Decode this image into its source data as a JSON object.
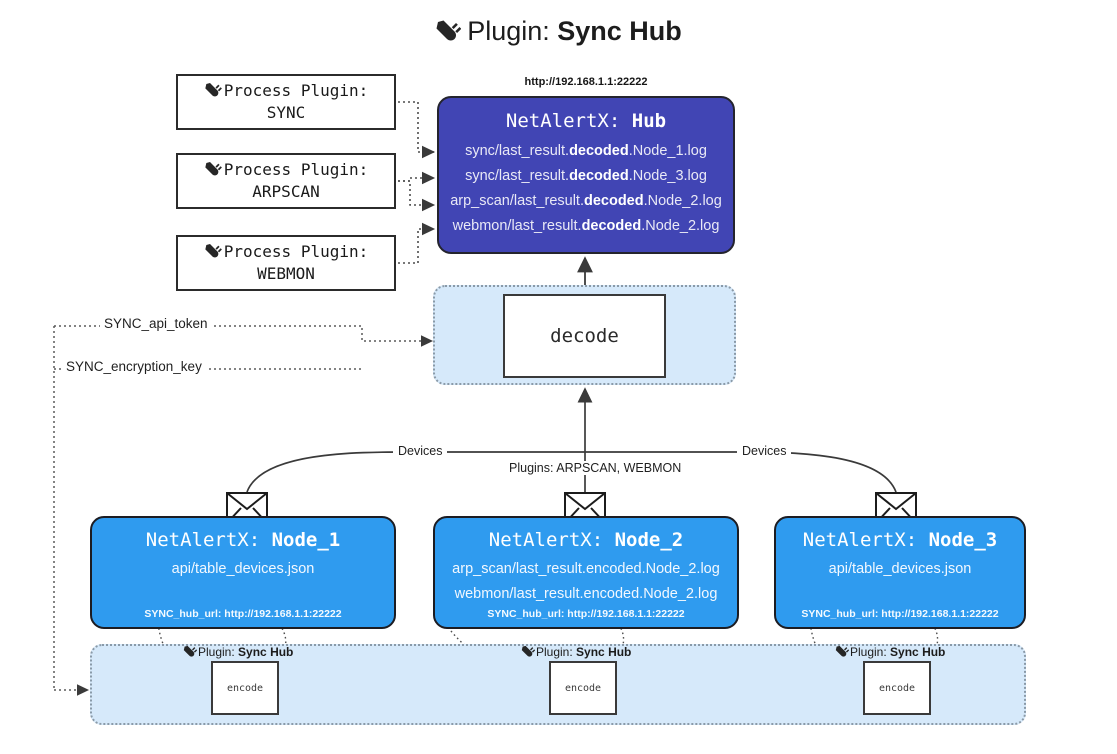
{
  "title": {
    "icon": "plug-icon",
    "prefix": "Plugin:",
    "name": "Sync Hub"
  },
  "process_plugins": [
    {
      "icon": "plug-icon",
      "line1": "Process Plugin:",
      "line2": "SYNC"
    },
    {
      "icon": "plug-icon",
      "line1": "Process Plugin:",
      "line2": "ARPSCAN"
    },
    {
      "icon": "plug-icon",
      "line1": "Process Plugin:",
      "line2": "WEBMON"
    }
  ],
  "hub": {
    "url": "http://192.168.1.1:22222",
    "title_prefix": "NetAlertX:",
    "title_name": "Hub",
    "logs": [
      {
        "pre": "sync/last_result.",
        "mid": "decoded",
        "post": ".Node_1.log"
      },
      {
        "pre": "sync/last_result.",
        "mid": "decoded",
        "post": ".Node_3.log"
      },
      {
        "pre": "arp_scan/last_result.",
        "mid": "decoded",
        "post": ".Node_2.log"
      },
      {
        "pre": "webmon/last_result.",
        "mid": "decoded",
        "post": ".Node_2.log"
      }
    ]
  },
  "decode": {
    "label": "decode"
  },
  "settings_wires": [
    {
      "label": "SYNC_api_token"
    },
    {
      "label": "SYNC_encryption_key"
    }
  ],
  "edge_labels": {
    "left": "Devices",
    "center": "Plugins: ARPSCAN, WEBMON",
    "right": "Devices"
  },
  "nodes": [
    {
      "title_prefix": "NetAlertX:",
      "title_name": "Node_1",
      "lines": [
        "api/table_devices.json"
      ],
      "hub_url": "SYNC_hub_url: http://192.168.1.1:22222",
      "mail_icon": "envelope-icon"
    },
    {
      "title_prefix": "NetAlertX:",
      "title_name": "Node_2",
      "lines": [
        "arp_scan/last_result.encoded.Node_2.log",
        "webmon/last_result.encoded.Node_2.log"
      ],
      "hub_url": "SYNC_hub_url: http://192.168.1.1:22222",
      "mail_icon": "envelope-icon"
    },
    {
      "title_prefix": "NetAlertX:",
      "title_name": "Node_3",
      "lines": [
        "api/table_devices.json"
      ],
      "hub_url": "SYNC_hub_url: http://192.168.1.1:22222",
      "mail_icon": "envelope-icon"
    }
  ],
  "encoders": [
    {
      "plugin_prefix": "Plugin:",
      "plugin_name": "Sync Hub",
      "label": "encode",
      "icon": "plug-icon"
    },
    {
      "plugin_prefix": "Plugin:",
      "plugin_name": "Sync Hub",
      "label": "encode",
      "icon": "plug-icon"
    },
    {
      "plugin_prefix": "Plugin:",
      "plugin_name": "Sync Hub",
      "label": "encode",
      "icon": "plug-icon"
    }
  ],
  "colors": {
    "hub_fill": "#4145b4",
    "node_fill": "#2f9bef",
    "container_fill": "#d6e9fa",
    "stroke": "#2b2b2b",
    "background": "#ffffff"
  }
}
